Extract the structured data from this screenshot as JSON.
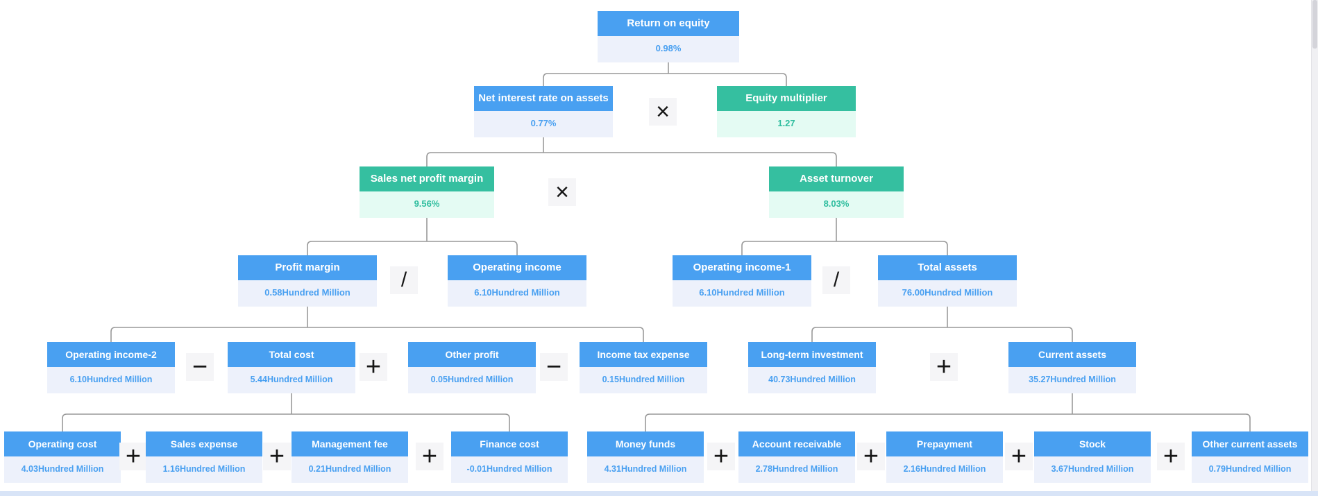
{
  "nodes": {
    "roe": {
      "label": "Return on equity",
      "value": "0.98%",
      "theme": "blue"
    },
    "nir": {
      "label": "Net interest rate on assets",
      "value": "0.77%",
      "theme": "blue"
    },
    "em": {
      "label": "Equity multiplier",
      "value": "1.27",
      "theme": "green"
    },
    "snpm": {
      "label": "Sales net profit margin",
      "value": "9.56%",
      "theme": "green"
    },
    "at": {
      "label": "Asset turnover",
      "value": "8.03%",
      "theme": "green"
    },
    "pm": {
      "label": "Profit margin",
      "value": "0.58Hundred Million",
      "theme": "blue"
    },
    "oi": {
      "label": "Operating income",
      "value": "6.10Hundred Million",
      "theme": "blue"
    },
    "oi1": {
      "label": "Operating income-1",
      "value": "6.10Hundred Million",
      "theme": "blue"
    },
    "ta": {
      "label": "Total assets",
      "value": "76.00Hundred Million",
      "theme": "blue"
    },
    "oi2": {
      "label": "Operating income-2",
      "value": "6.10Hundred Million",
      "theme": "blue"
    },
    "tc": {
      "label": "Total cost",
      "value": "5.44Hundred Million",
      "theme": "blue"
    },
    "opf": {
      "label": "Other profit",
      "value": "0.05Hundred Million",
      "theme": "blue"
    },
    "ite": {
      "label": "Income tax expense",
      "value": "0.15Hundred Million",
      "theme": "blue"
    },
    "lti": {
      "label": "Long-term investment",
      "value": "40.73Hundred Million",
      "theme": "blue"
    },
    "ca": {
      "label": "Current assets",
      "value": "35.27Hundred Million",
      "theme": "blue"
    },
    "oc": {
      "label": "Operating cost",
      "value": "4.03Hundred Million",
      "theme": "blue"
    },
    "se": {
      "label": "Sales expense",
      "value": "1.16Hundred Million",
      "theme": "blue"
    },
    "mf": {
      "label": "Management fee",
      "value": "0.21Hundred Million",
      "theme": "blue"
    },
    "fc": {
      "label": "Finance cost",
      "value": "-0.01Hundred Million",
      "theme": "blue"
    },
    "mfu": {
      "label": "Money funds",
      "value": "4.31Hundred Million",
      "theme": "blue"
    },
    "ar": {
      "label": "Account receivable",
      "value": "2.78Hundred Million",
      "theme": "blue"
    },
    "pp": {
      "label": "Prepayment",
      "value": "2.16Hundred Million",
      "theme": "blue"
    },
    "st": {
      "label": "Stock",
      "value": "3.67Hundred Million",
      "theme": "blue"
    },
    "oca": {
      "label": "Other current assets",
      "value": "0.79Hundred Million",
      "theme": "blue"
    }
  },
  "symbols": {
    "multiply": "×",
    "divide": "/",
    "minus": "−",
    "plus": "+"
  },
  "colors": {
    "blue_header": "#49a0f1",
    "blue_body": "#edf1fb",
    "blue_value_text": "#49a0f1",
    "green_header": "#35bfa0",
    "green_body": "#e4fbf3",
    "green_value_text": "#2ebd9e",
    "operator_bg": "#f5f5f7",
    "connector": "#999999",
    "bottom_scrollbar": "#d8e4f7"
  }
}
